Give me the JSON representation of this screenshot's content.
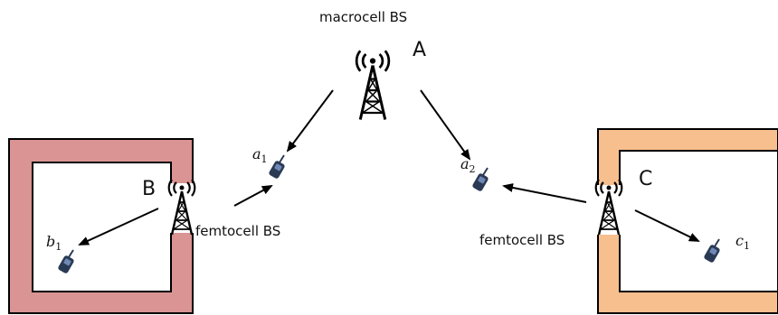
{
  "labels": {
    "macrocell": "macrocell BS",
    "femto_b": "femtocell BS",
    "femto_c": "femtocell BS",
    "bs_a": "A",
    "bs_b": "B",
    "bs_c": "C"
  },
  "users": {
    "a1": {
      "base": "a",
      "sub": "1"
    },
    "a2": {
      "base": "a",
      "sub": "2"
    },
    "b1": {
      "base": "b",
      "sub": "1"
    },
    "c1": {
      "base": "c",
      "sub": "1"
    }
  },
  "colors": {
    "building_b": "#d99493",
    "building_c": "#f8bf8e",
    "phone": "#2a3a55"
  },
  "icons": {
    "tower": "cell-tower-icon",
    "phone": "mobile-phone-icon"
  }
}
